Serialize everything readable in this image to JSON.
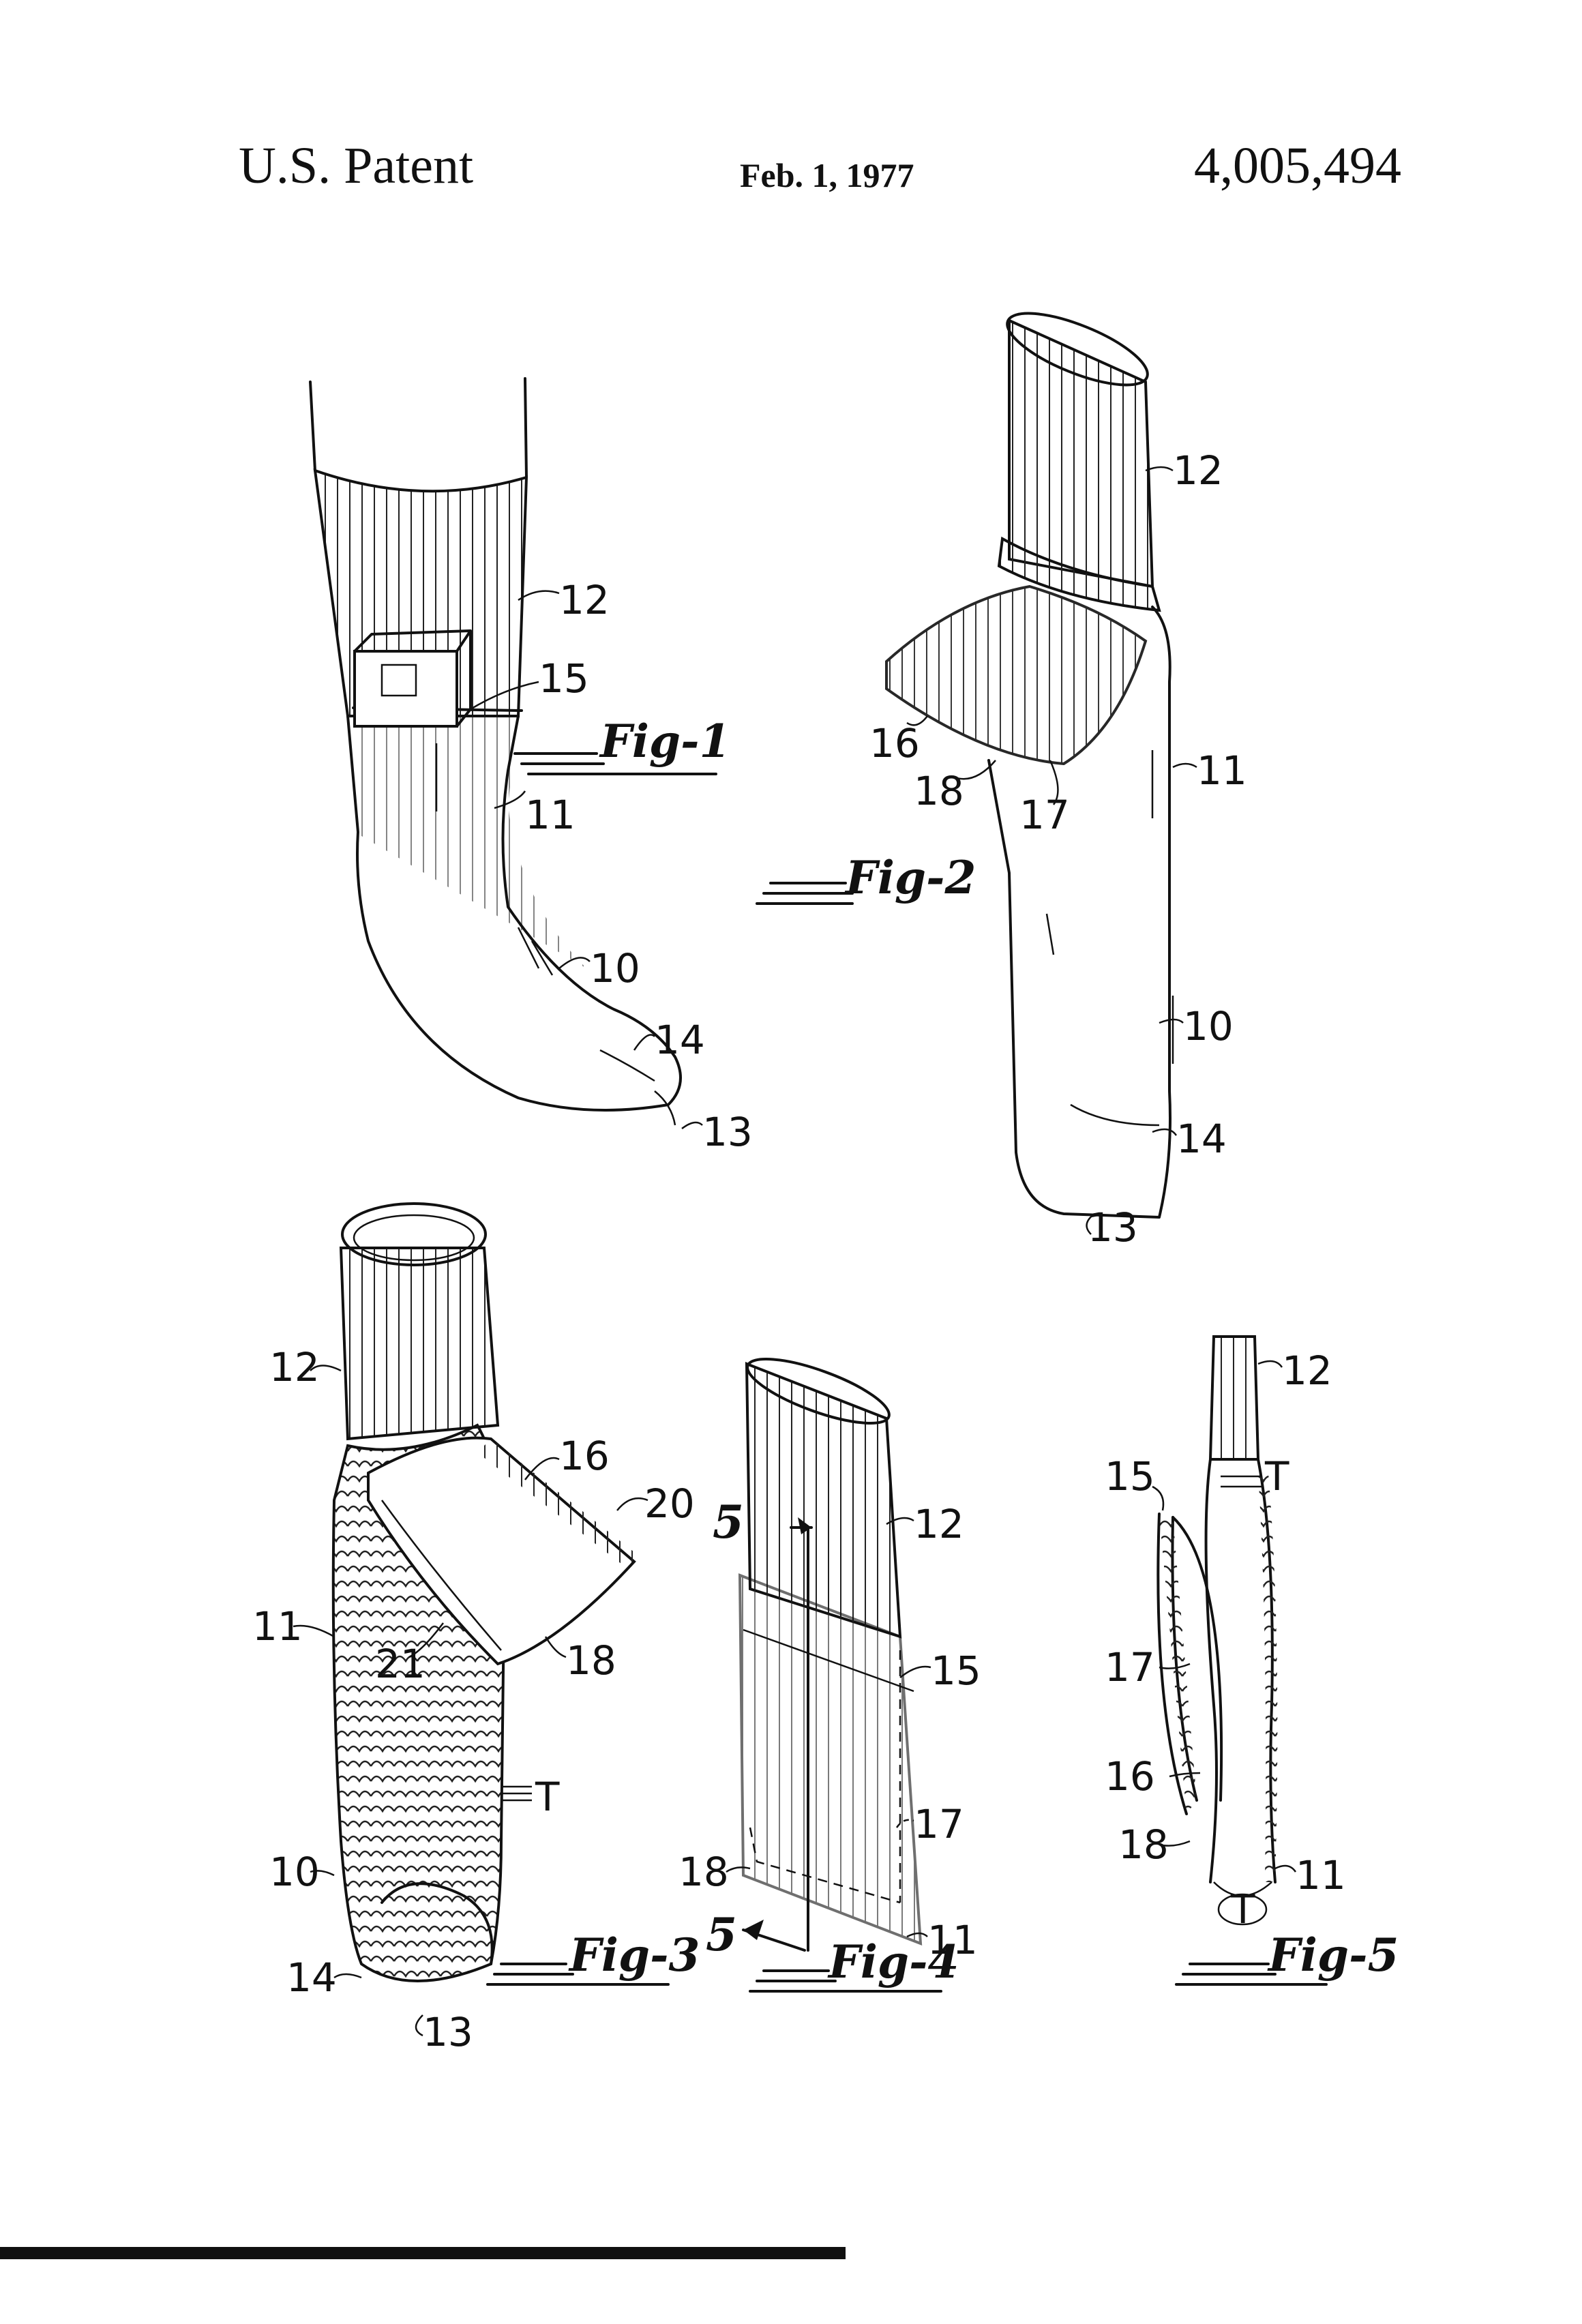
{
  "header": {
    "left": "U.S. Patent",
    "date": "Feb. 1, 1977",
    "number": "4,005,494"
  },
  "figures": [
    {
      "caption": "Fig-1",
      "labels": [
        "12",
        "15",
        "11",
        "10",
        "14",
        "13"
      ]
    },
    {
      "caption": "Fig-2",
      "labels": [
        "12",
        "16",
        "18",
        "17",
        "11",
        "10",
        "14",
        "13"
      ]
    },
    {
      "caption": "Fig-3",
      "labels": [
        "12",
        "16",
        "20",
        "11",
        "21",
        "18",
        "T",
        "10",
        "14",
        "13"
      ]
    },
    {
      "caption": "Fig-4",
      "labels": [
        "5",
        "12",
        "15",
        "17",
        "18",
        "5",
        "11"
      ]
    },
    {
      "caption": "Fig-5",
      "labels": [
        "12",
        "15",
        "T",
        "17",
        "16",
        "18",
        "11",
        "T"
      ]
    }
  ]
}
